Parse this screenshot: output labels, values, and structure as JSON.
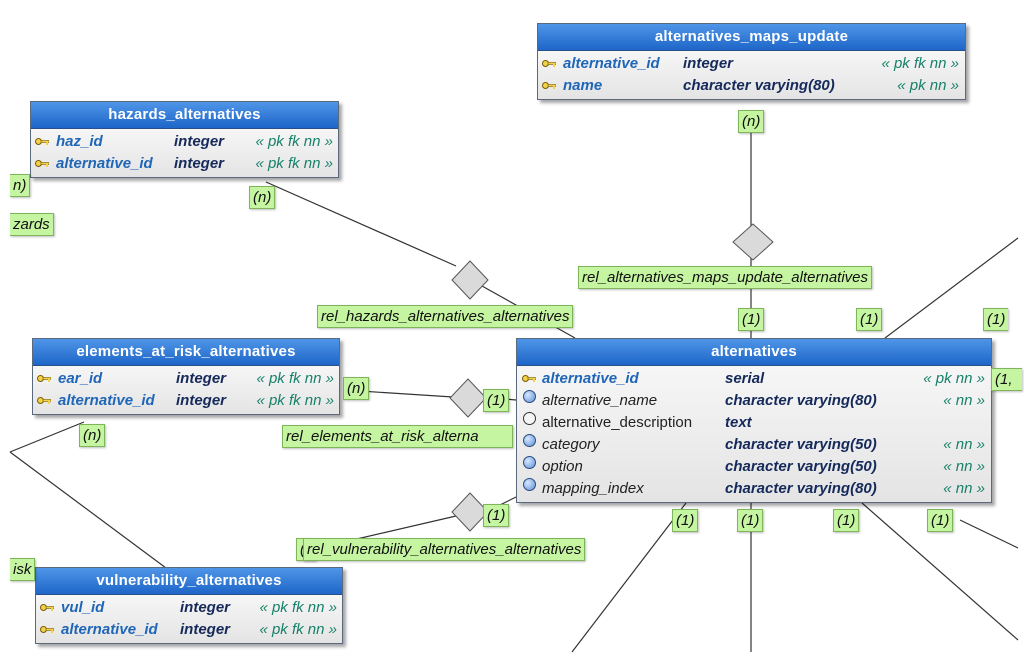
{
  "tables": {
    "alternatives_maps_update": {
      "title": "alternatives_maps_update",
      "fields": [
        {
          "name": "alternative_id",
          "type": "integer",
          "constraints": "« pk fk nn »"
        },
        {
          "name": "name",
          "type": "character varying(80)",
          "constraints": "« pk nn »"
        }
      ]
    },
    "hazards_alternatives": {
      "title": "hazards_alternatives",
      "fields": [
        {
          "name": "haz_id",
          "type": "integer",
          "constraints": "« pk fk nn »"
        },
        {
          "name": "alternative_id",
          "type": "integer",
          "constraints": "« pk fk nn »"
        }
      ]
    },
    "elements_at_risk_alternatives": {
      "title": "elements_at_risk_alternatives",
      "fields": [
        {
          "name": "ear_id",
          "type": "integer",
          "constraints": "« pk fk nn »"
        },
        {
          "name": "alternative_id",
          "type": "integer",
          "constraints": "« pk fk nn »"
        }
      ]
    },
    "alternatives": {
      "title": "alternatives",
      "fields": [
        {
          "name": "alternative_id",
          "type": "serial",
          "constraints": "« pk nn »",
          "kind": "pk"
        },
        {
          "name": "alternative_name",
          "type": "character varying(80)",
          "constraints": "« nn »",
          "kind": "nn"
        },
        {
          "name": "alternative_description",
          "type": "text",
          "constraints": "",
          "kind": "null"
        },
        {
          "name": "category",
          "type": "character varying(50)",
          "constraints": "« nn »",
          "kind": "nn"
        },
        {
          "name": "option",
          "type": "character varying(50)",
          "constraints": "« nn »",
          "kind": "nn"
        },
        {
          "name": "mapping_index",
          "type": "character varying(80)",
          "constraints": "« nn »",
          "kind": "nn"
        }
      ]
    },
    "vulnerability_alternatives": {
      "title": "vulnerability_alternatives",
      "fields": [
        {
          "name": "vul_id",
          "type": "integer",
          "constraints": "« pk fk nn »"
        },
        {
          "name": "alternative_id",
          "type": "integer",
          "constraints": "« pk fk nn »"
        }
      ]
    }
  },
  "relationships": {
    "rel_maps_update": "rel_alternatives_maps_update_alternatives",
    "rel_hazards": "rel_hazards_alternatives_alternatives",
    "rel_elements": "rel_elements_at_risk_alterna",
    "rel_vulnerability": "rel_vulnerability_alternatives_alternatives"
  },
  "partial_labels": {
    "zards": "zards",
    "isk": "isk",
    "n_left": "n)",
    "paren_left": "(",
    "one_right": "(1,"
  },
  "cardinality": {
    "many": "(n)",
    "one": "(1)"
  },
  "colors": {
    "table_header": "#1e66c8",
    "label_fill": "#c6f5a2",
    "field_name": "#1f66b8",
    "constraint": "#17816a"
  },
  "icons": {
    "primary_key": "key-icon",
    "not_null": "filled-circle-icon",
    "nullable": "empty-circle-icon",
    "relationship": "diamond-icon"
  }
}
